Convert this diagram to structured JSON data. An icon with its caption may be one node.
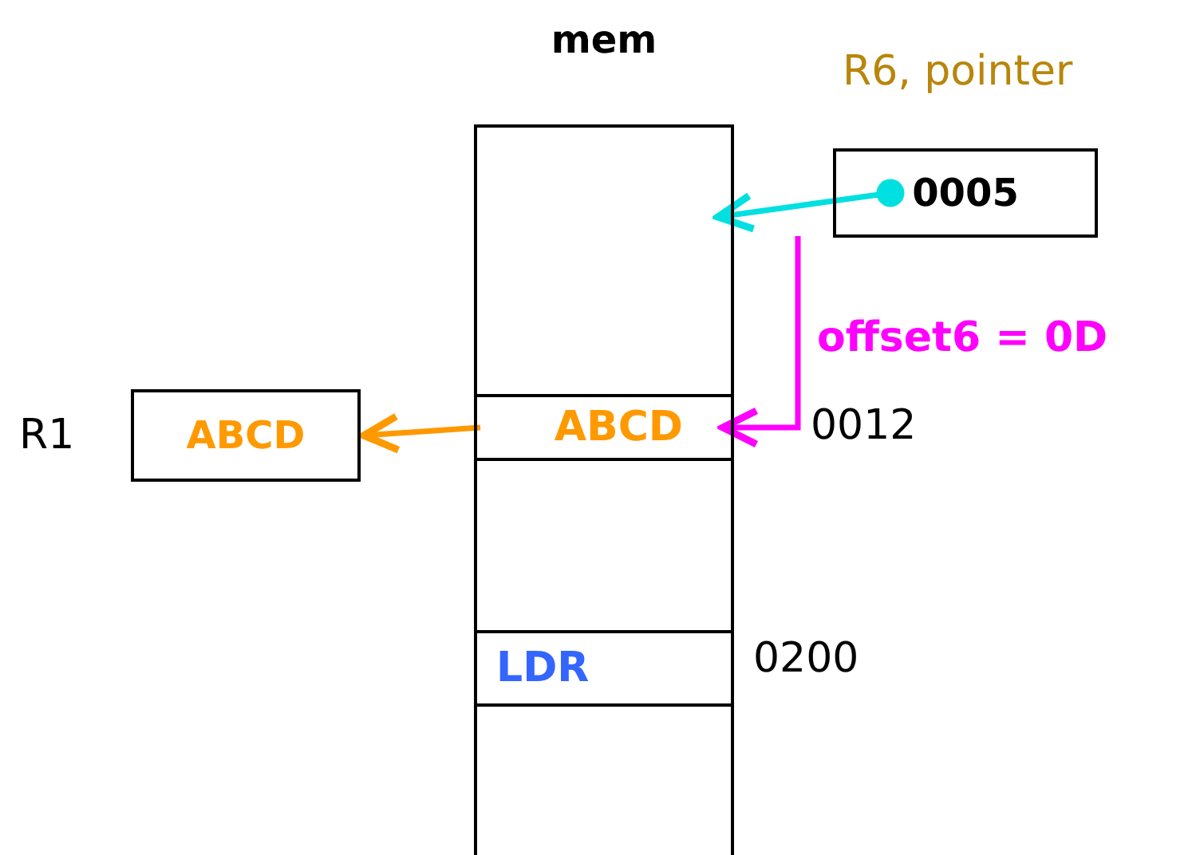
{
  "diagram": {
    "nodes": [
      {
        "text": [
          "mem"
        ]
      },
      {
        "text": [
          "ABCD"
        ],
        "in": 0,
        "beside": [
          "0012"
        ]
      },
      {
        "text": [
          "LDR"
        ],
        "in": 0,
        "beside": [
          "0200"
        ]
      },
      {
        "text": [
          "0005"
        ],
        "beside": [
          "R6, pointer"
        ]
      },
      {
        "text": [
          "ABCD"
        ],
        "beside": [
          "R1"
        ]
      }
    ],
    "edges": [
      {
        "from": 3,
        "to": 0,
        "arrow": "to",
        "color": "#00e0e0"
      },
      {
        "from": null,
        "to": 1,
        "arrow": "to",
        "label": "offset6 = 0D",
        "color": "#ff00ff"
      },
      {
        "from": 1,
        "to": 4,
        "arrow": "to",
        "color": "#ff9900"
      }
    ]
  }
}
